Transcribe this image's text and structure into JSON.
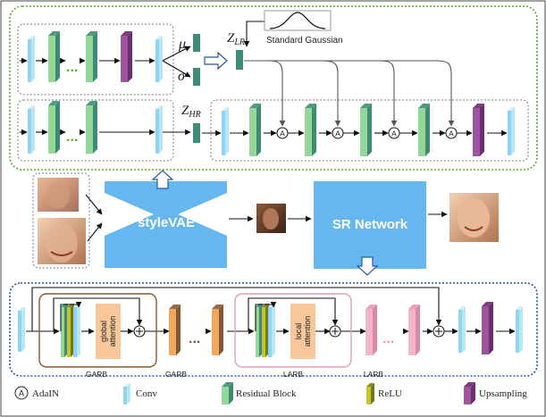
{
  "colors": {
    "conv": "#8fd4f0",
    "conv_side": "#b9e6f7",
    "res": "#93d898",
    "res_dark": "#3f8a76",
    "relu": "#c8c22c",
    "relu_dark": "#6b7a1a",
    "upsample": "#9d54a0",
    "upsample_dark": "#6a2d6d",
    "garb_block": "#f2a85c",
    "garb_dark": "#7e5a3a",
    "larb_block": "#f3b6c9",
    "stylevae": "#66b7f0",
    "sr_network": "#66b7f0",
    "green_dotted": "#5fa832",
    "blue_dotted": "#2b55a0",
    "garb_border": "#8a5a2b",
    "larb_border": "#e89ab4",
    "attention": "#f7c79a"
  },
  "top_panel": {
    "mu_label": "μ",
    "sigma_label": "σ",
    "z_lr": "Z",
    "z_lr_sub": "LR",
    "z_hr": "Z",
    "z_hr_sub": "HR",
    "gaussian_label": "Standard Gaussian",
    "dots": "...",
    "adain_symbol": "A"
  },
  "middle": {
    "stylevae_label": "styleVAE",
    "sr_label": "SR Network"
  },
  "bottom_panel": {
    "garb_label": "GARB",
    "garb_label2": "GARB",
    "larb_label": "LARB",
    "larb_label2": "LARB",
    "global_attention": [
      "global",
      "attention"
    ],
    "local_attention": [
      "local",
      "attention"
    ],
    "plus": "+",
    "dots": "...",
    "dots2": "..."
  },
  "legend": {
    "adain_symbol": "A",
    "adain_label": "AdaIN",
    "conv_label": "Conv",
    "res_label": "Residual Block",
    "relu_label": "ReLU",
    "up_label": "Upsampling"
  }
}
